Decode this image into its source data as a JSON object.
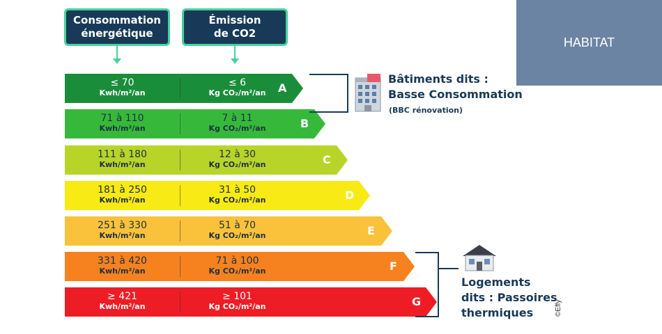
{
  "headers": {
    "conso": "Consommation\nénergétique",
    "co2": "Émission\nde CO2"
  },
  "unit_energy": "Kwh/m²/an",
  "unit_co2": "Kg CO₂/m²/an",
  "classes": [
    {
      "letter": "A",
      "energy": "≤ 70",
      "co2": "≤ 6",
      "color": "#1a8d3b"
    },
    {
      "letter": "B",
      "energy": "71 à 110",
      "co2": "7 à 11",
      "color": "#36b93a"
    },
    {
      "letter": "C",
      "energy": "111 à 180",
      "co2": "12 à 30",
      "color": "#b8d429"
    },
    {
      "letter": "D",
      "energy": "181 à 250",
      "co2": "31 à 50",
      "color": "#f8ea14"
    },
    {
      "letter": "E",
      "energy": "251 à 330",
      "co2": "51 à 70",
      "color": "#f9c23a"
    },
    {
      "letter": "F",
      "energy": "331 à 420",
      "co2": "71 à 100",
      "color": "#f5821f"
    },
    {
      "letter": "G",
      "energy": "≥ 421",
      "co2": "≥ 101",
      "color": "#ee1c25"
    }
  ],
  "badge": "HABITAT",
  "bbc": {
    "line1": "Bâtiments dits :",
    "line2": "Basse Consommation",
    "sub": "(BBC rénovation)"
  },
  "passoires": {
    "line1": "Logements",
    "line2": "dits : Passoires",
    "line3": "thermiques"
  },
  "credit": "©Effy",
  "icons": [
    "building-icon",
    "house-icon"
  ]
}
